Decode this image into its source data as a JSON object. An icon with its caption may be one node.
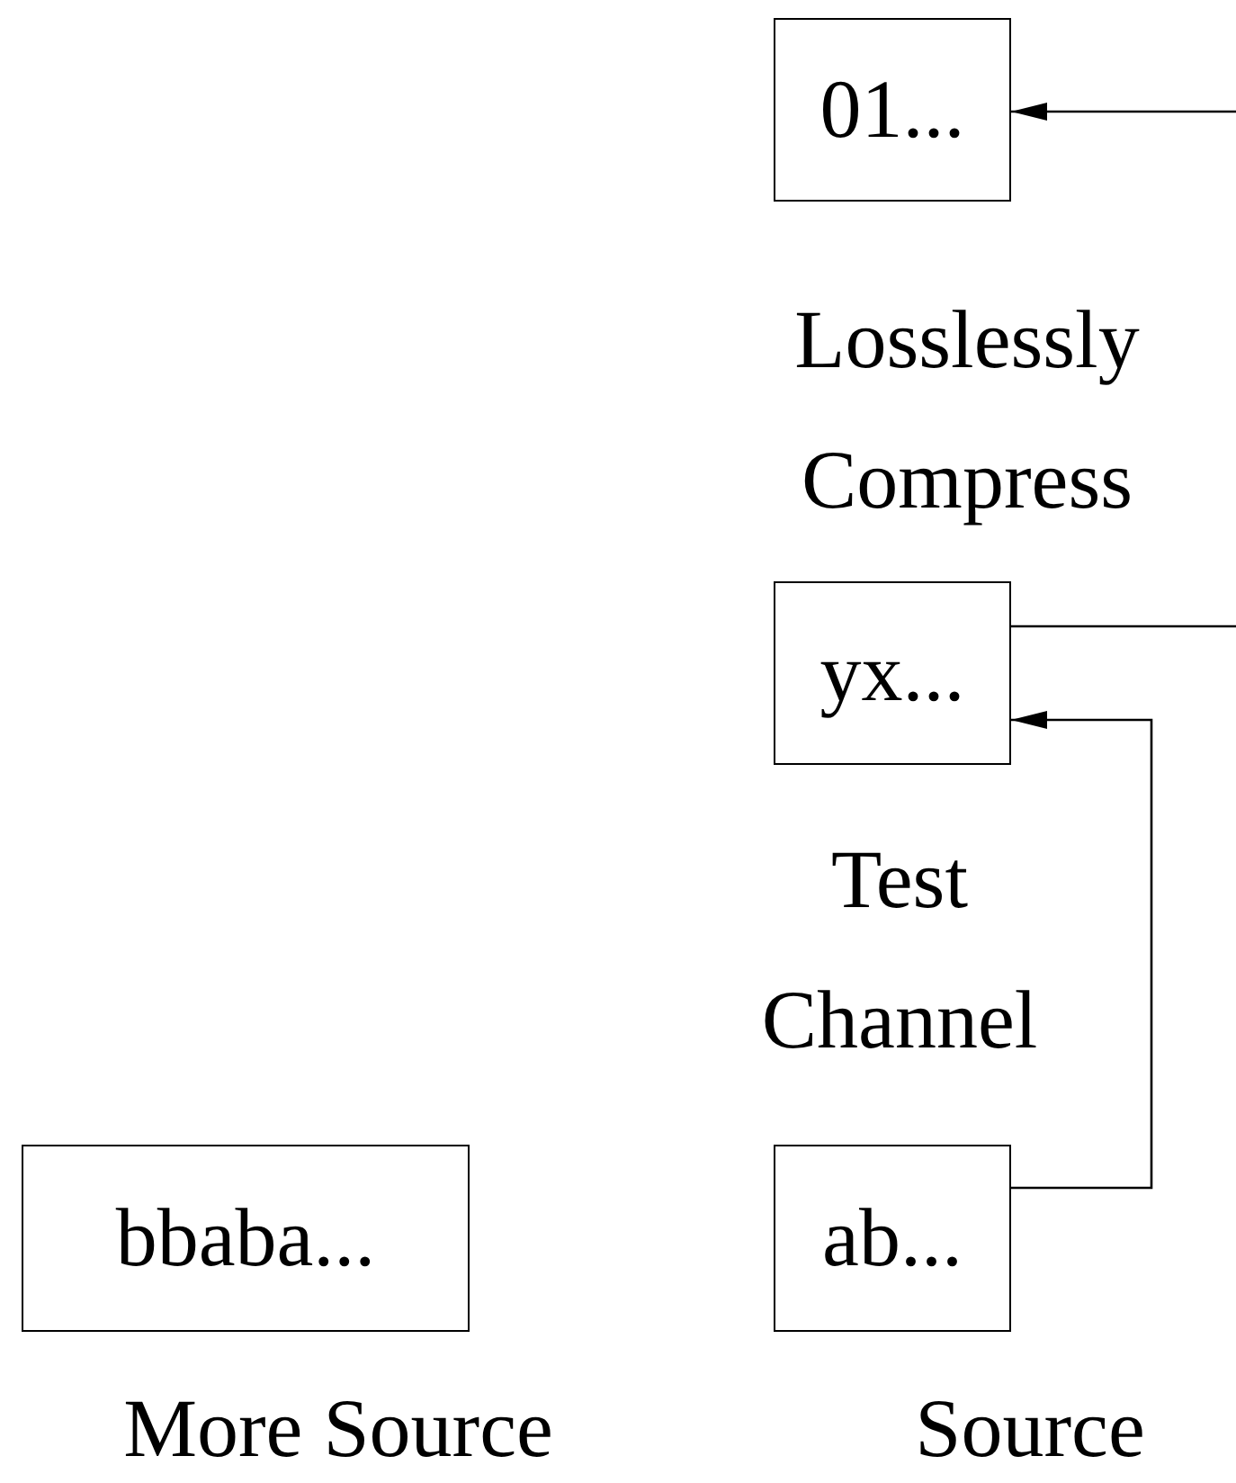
{
  "diagram": {
    "nodes": [
      {
        "text": [
          "01..."
        ]
      },
      {
        "text": [
          "yx..."
        ]
      },
      {
        "text": [
          "bbaba..."
        ],
        "beside": [
          "More Source"
        ]
      },
      {
        "text": [
          "ab..."
        ],
        "beside": [
          "Source"
        ]
      }
    ],
    "edges": [
      {
        "from": null,
        "to": 0,
        "arrow": "to"
      },
      {
        "from": 1,
        "to": null,
        "arrow": "none"
      },
      {
        "from": 3,
        "to": 1,
        "arrow": "to"
      }
    ],
    "labels": [
      "Losslessly Compress",
      "Test Channel"
    ]
  }
}
